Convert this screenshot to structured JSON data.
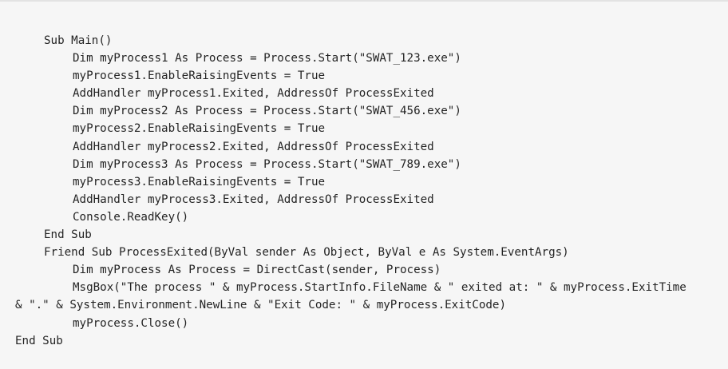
{
  "code": {
    "lines": [
      "Sub Main()",
      "Dim myProcess1 As Process = Process.Start(\"SWAT_123.exe\")",
      "myProcess1.EnableRaisingEvents = True",
      "AddHandler myProcess1.Exited, AddressOf ProcessExited",
      "Dim myProcess2 As Process = Process.Start(\"SWAT_456.exe\")",
      "myProcess2.EnableRaisingEvents = True",
      "AddHandler myProcess2.Exited, AddressOf ProcessExited",
      "Dim myProcess3 As Process = Process.Start(\"SWAT_789.exe\")",
      "myProcess3.EnableRaisingEvents = True",
      "AddHandler myProcess3.Exited, AddressOf ProcessExited",
      "Console.ReadKey()",
      "End Sub",
      "Friend Sub ProcessExited(ByVal sender As Object, ByVal e As System.EventArgs)",
      "Dim myProcess As Process = DirectCast(sender, Process)",
      "MsgBox(\"The process \" & myProcess.StartInfo.FileName & \" exited at: \" & myProcess.ExitTime",
      "& \".\" & System.Environment.NewLine & \"Exit Code: \" & myProcess.ExitCode)",
      "myProcess.Close()",
      "End Sub"
    ]
  }
}
